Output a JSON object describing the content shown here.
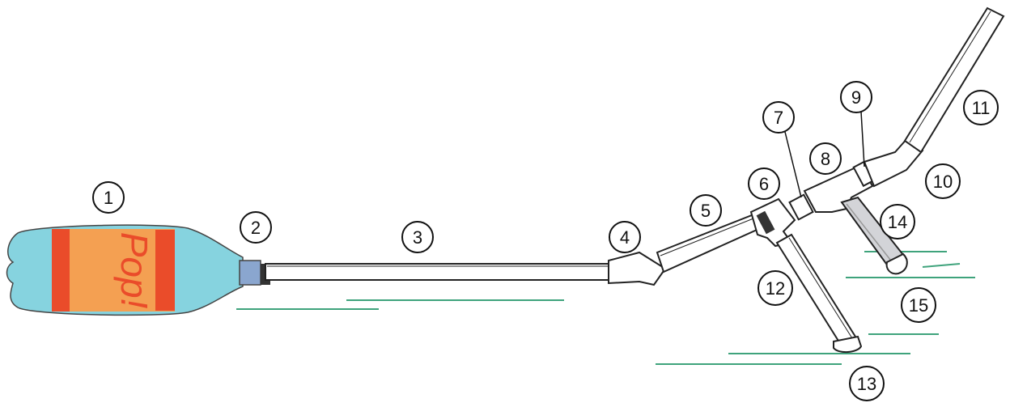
{
  "bottle": {
    "brand_text": "Pop!"
  },
  "callouts": [
    "1",
    "2",
    "3",
    "4",
    "5",
    "6",
    "7",
    "8",
    "9",
    "10",
    "11",
    "12",
    "13",
    "14",
    "15"
  ],
  "colors": {
    "bottle_body": "#86d3df",
    "bottle_label": "#f4a052",
    "bottle_stripe": "#ea4c2a",
    "cap": "#8aa6cf",
    "ground_lines": "#3fa37c",
    "pipe_outline": "#222222",
    "pipe_fill": "#ffffff",
    "leg_fill": "#d3d4d8"
  }
}
